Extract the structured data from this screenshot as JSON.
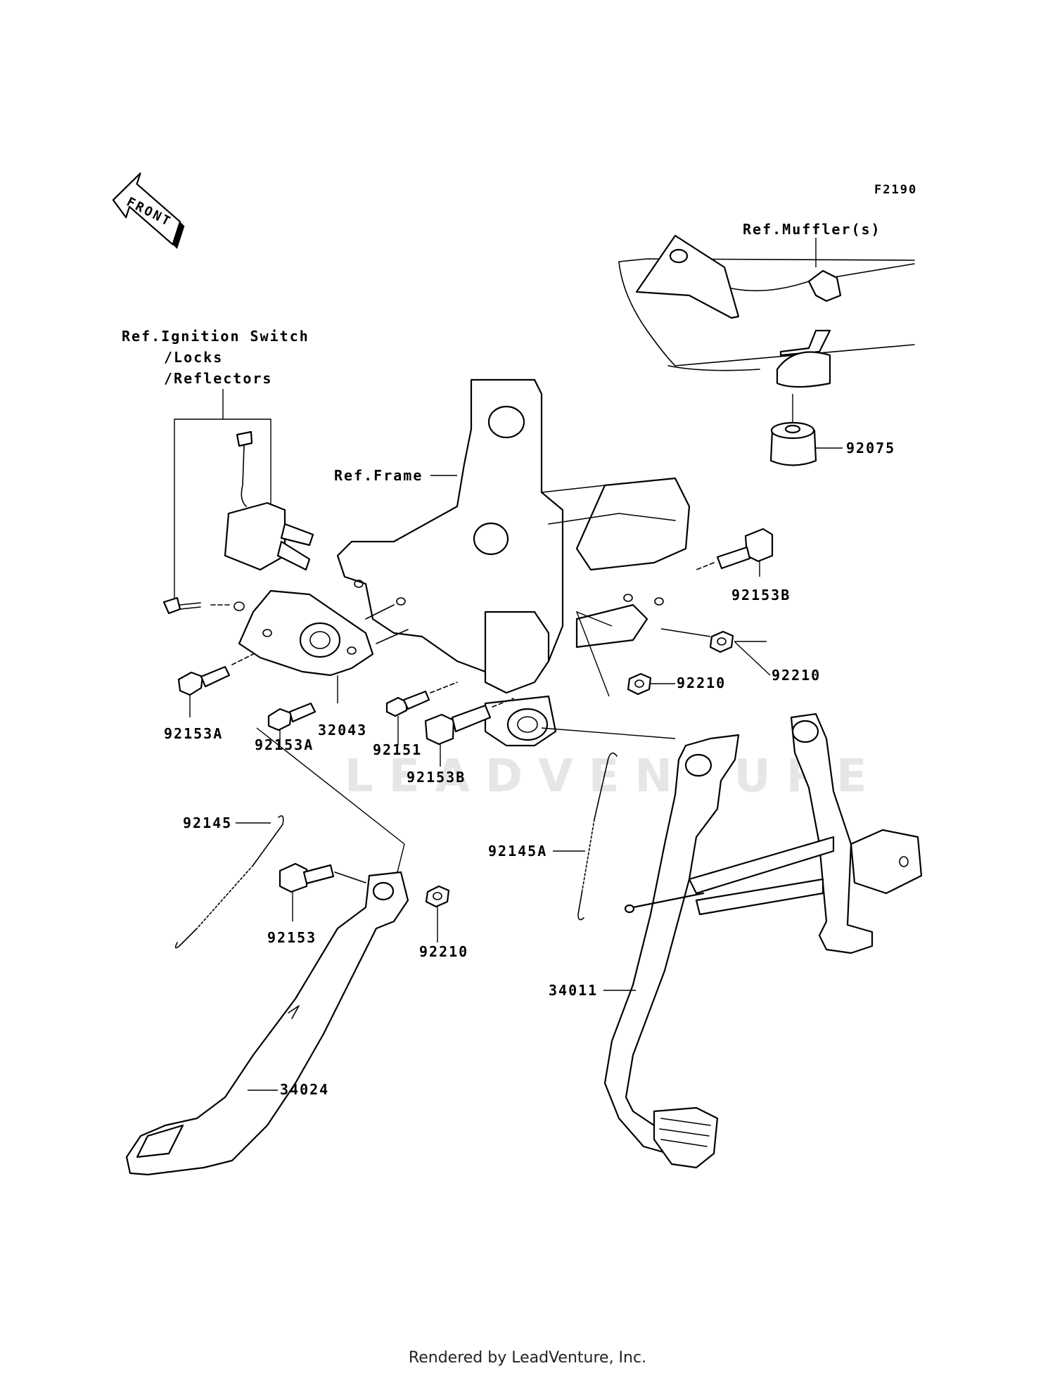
{
  "diagram_id": "F2190",
  "front_marker": "FRONT",
  "references": {
    "ignition_line1": "Ref.Ignition Switch",
    "ignition_line2": "/Locks",
    "ignition_line3": "/Reflectors",
    "muffler": "Ref.Muffler(s)",
    "frame": "Ref.Frame"
  },
  "part_labels": {
    "p92075": "92075",
    "p92153B_upper": "92153B",
    "p92210_a": "92210",
    "p92210_b": "92210",
    "p32043": "32043",
    "p92153A_left": "92153A",
    "p92153A_mid": "92153A",
    "p92151": "92151",
    "p92153B_lower": "92153B",
    "p92145": "92145",
    "p92145A": "92145A",
    "p92153": "92153",
    "p92210_c": "92210",
    "p34011": "34011",
    "p34024": "34024"
  },
  "watermark": "LEADVENTURE",
  "footer": "Rendered by LeadVenture, Inc."
}
